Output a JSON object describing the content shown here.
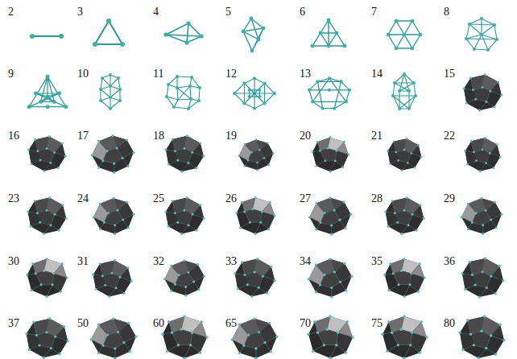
{
  "diagram": {
    "labels": [
      "2",
      "3",
      "4",
      "5",
      "6",
      "7",
      "8",
      "9",
      "10",
      "11",
      "12",
      "13",
      "14",
      "15",
      "16",
      "17",
      "18",
      "19",
      "20",
      "21",
      "22",
      "23",
      "24",
      "25",
      "26",
      "27",
      "28",
      "29",
      "30",
      "31",
      "32",
      "33",
      "34",
      "35",
      "36",
      "37",
      "50",
      "60",
      "65",
      "70",
      "75",
      "80"
    ]
  }
}
